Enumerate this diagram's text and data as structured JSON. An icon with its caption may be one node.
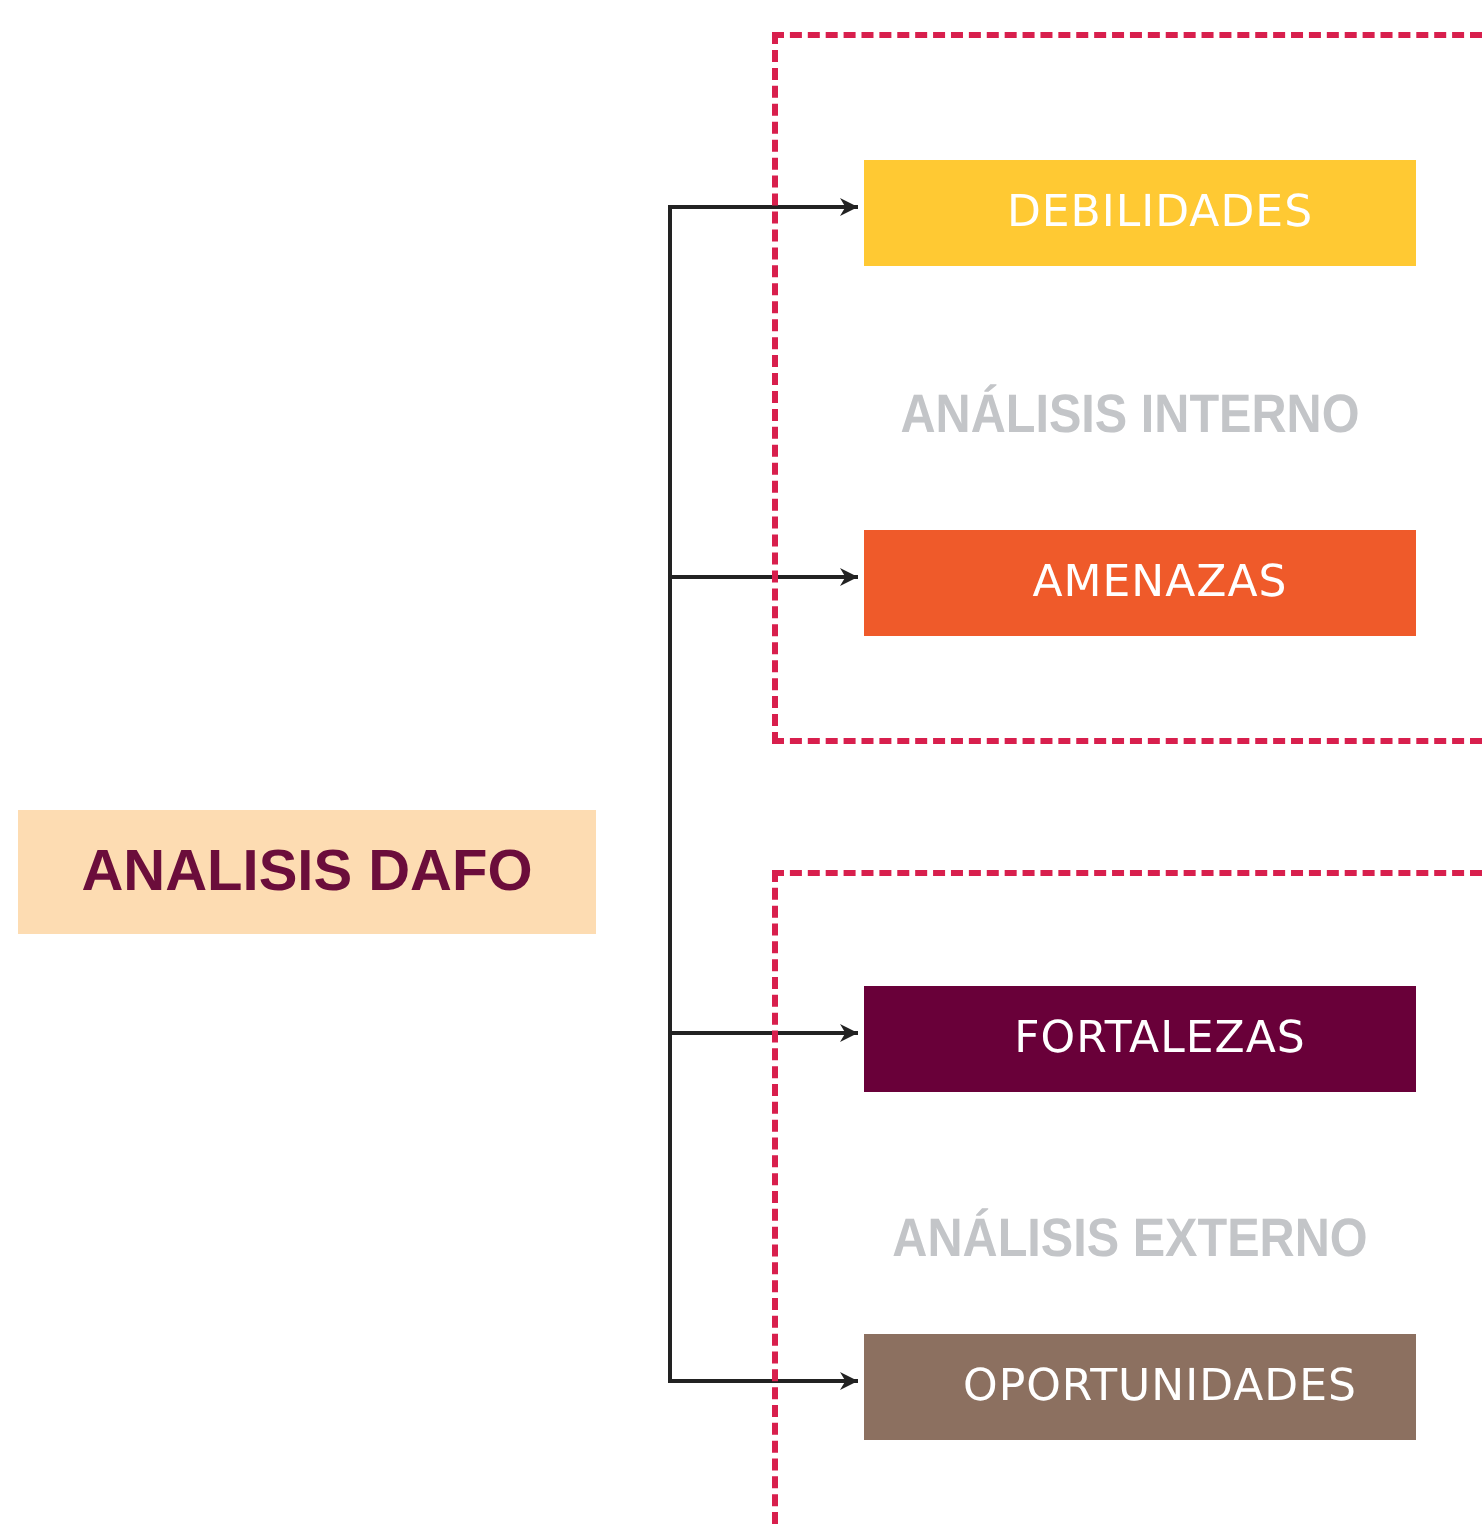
{
  "diagram": {
    "nodes": [
      {
        "text": [
          "ANALISIS DAFO"
        ]
      },
      {
        "text": [
          "ANÁLISIS INTERNO"
        ]
      },
      {
        "text": [
          "DEBILIDADES"
        ],
        "in": 1
      },
      {
        "text": [
          "AMENAZAS"
        ],
        "in": 1
      },
      {
        "text": [
          "ANÁLISIS EXTERNO"
        ]
      },
      {
        "text": [
          "FORTALEZAS"
        ],
        "in": 4
      },
      {
        "text": [
          "OPORTUNIDADES"
        ],
        "in": 4
      }
    ],
    "edges": [
      {
        "from": null,
        "to": 2,
        "arrow": "to"
      },
      {
        "from": null,
        "to": 3,
        "arrow": "to"
      },
      {
        "from": null,
        "to": 5,
        "arrow": "to"
      },
      {
        "from": null,
        "to": 6,
        "arrow": "to"
      }
    ]
  }
}
